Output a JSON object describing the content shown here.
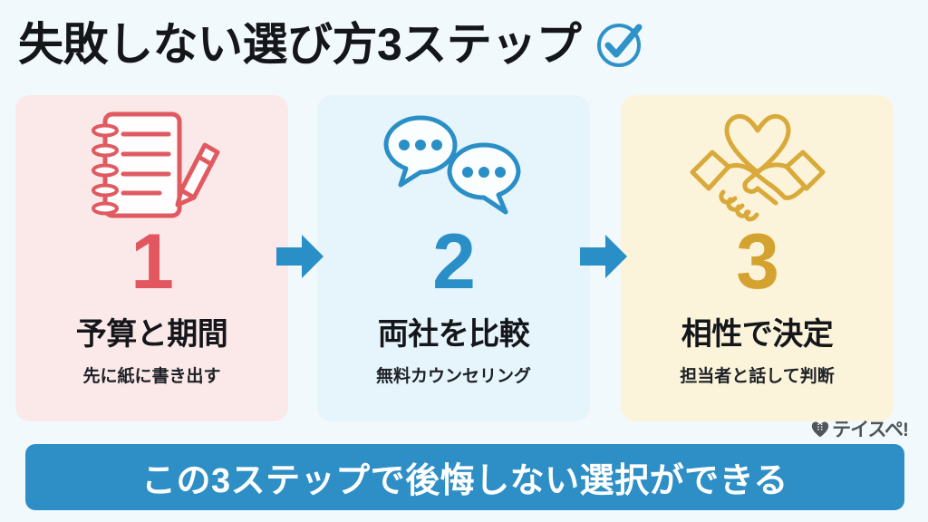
{
  "header": {
    "title": "失敗しない選び方3ステップ",
    "check_icon": "check-circle-icon",
    "accent_color": "#2f92c8"
  },
  "steps": [
    {
      "number": "1",
      "title": "予算と期間",
      "subtitle": "先に紙に書き出す",
      "icon": "notebook-pencil-icon",
      "bg_color": "#fbe8e9",
      "accent_color": "#e2575f"
    },
    {
      "number": "2",
      "title": "両社を比較",
      "subtitle": "無料カウンセリング",
      "icon": "speech-bubbles-icon",
      "bg_color": "#e6f4fb",
      "accent_color": "#2a8fc7"
    },
    {
      "number": "3",
      "title": "相性で決定",
      "subtitle": "担当者と話して判断",
      "icon": "handshake-heart-icon",
      "bg_color": "#fbf4da",
      "accent_color": "#d4a32f"
    }
  ],
  "arrows": [
    {
      "icon": "arrow-right-icon",
      "color": "#2a8fc7"
    },
    {
      "icon": "arrow-right-icon",
      "color": "#2a8fc7"
    }
  ],
  "banner": {
    "text": "この3ステップで後悔しない選択ができる",
    "bg_color": "#2e8fc6",
    "text_color": "#ffffff"
  },
  "watermark": {
    "text": "テイスペ!",
    "icon": "heart-filmstrip-icon"
  }
}
